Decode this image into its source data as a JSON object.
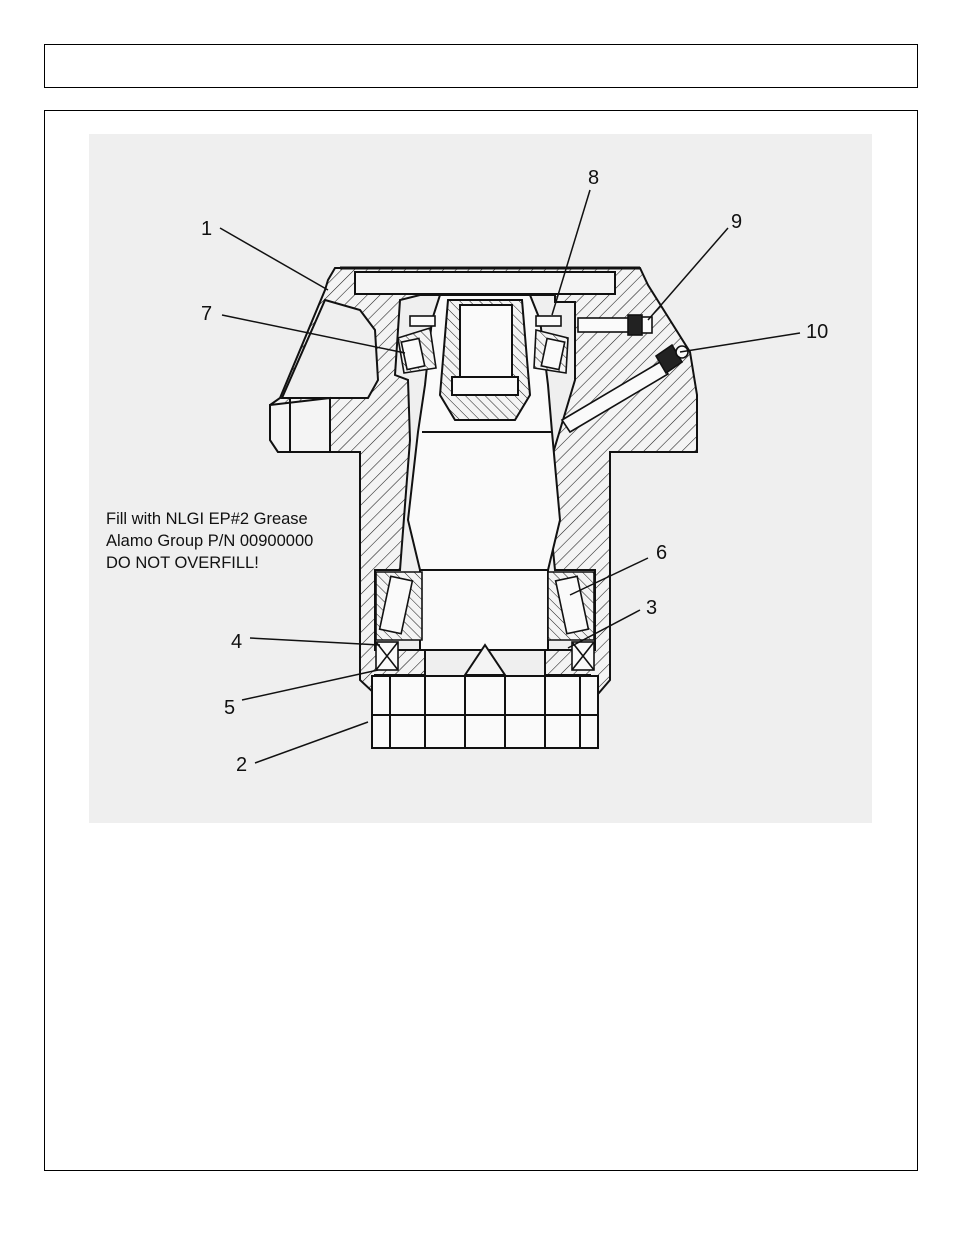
{
  "header": {
    "title": ""
  },
  "diagram": {
    "note": [
      "Fill with NLGI EP#2 Grease",
      "Alamo Group P/N 00900000",
      "DO NOT OVERFILL!"
    ],
    "callouts": [
      {
        "id": "1",
        "label": "1"
      },
      {
        "id": "2",
        "label": "2"
      },
      {
        "id": "3",
        "label": "3"
      },
      {
        "id": "4",
        "label": "4"
      },
      {
        "id": "5",
        "label": "5"
      },
      {
        "id": "6",
        "label": "6"
      },
      {
        "id": "7",
        "label": "7"
      },
      {
        "id": "8",
        "label": "8"
      },
      {
        "id": "9",
        "label": "9"
      },
      {
        "id": "10",
        "label": "10"
      }
    ]
  }
}
